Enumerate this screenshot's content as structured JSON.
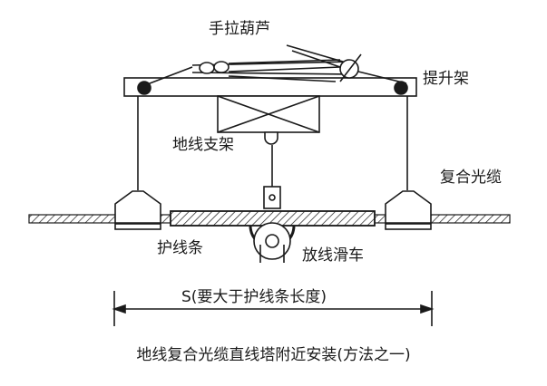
{
  "labels": {
    "hoist": "手拉葫芦",
    "lifting_frame": "提升架",
    "ground_wire_bracket": "地线支架",
    "composite_cable": "复合光缆",
    "armor_rod": "护线条",
    "stringing_pulley": "放线滑车",
    "span_note": "S(要大于护线条长度)"
  },
  "caption": "地线复合光缆直线塔附近安装(方法之一)",
  "colors": {
    "ink": "#1a1a1a",
    "background": "#ffffff"
  }
}
